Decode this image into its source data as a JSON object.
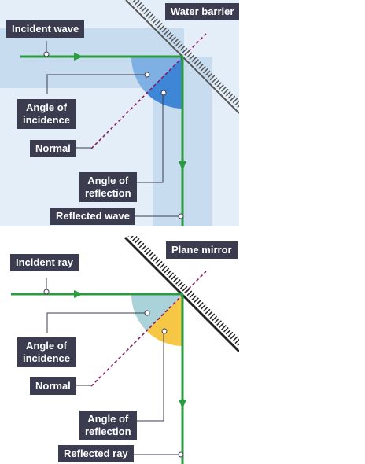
{
  "top": {
    "barrier_label": "Water barrier",
    "incident_label": "Incident wave",
    "incidence_label": "Angle of\nincidence",
    "normal_label": "Normal",
    "reflection_label": "Angle of\nreflection",
    "reflected_label": "Reflected wave"
  },
  "bottom": {
    "mirror_label": "Plane mirror",
    "incident_label": "Incident ray",
    "incidence_label": "Angle of\nincidence",
    "normal_label": "Normal",
    "reflection_label": "Angle of\nreflection",
    "reflected_label": "Reflected ray"
  },
  "colors": {
    "ray": "#2a9b3f",
    "label_bg": "#3c3c50",
    "normal": "#8b1a6b",
    "water_bg": "#e3eef8",
    "water_band": "#c8dcef",
    "top_incidence_sector": "#7fb0e3",
    "top_reflection_sector": "#3f86d6",
    "bottom_incidence_sector": "#a9d3d8",
    "bottom_reflection_sector": "#f6c645"
  }
}
